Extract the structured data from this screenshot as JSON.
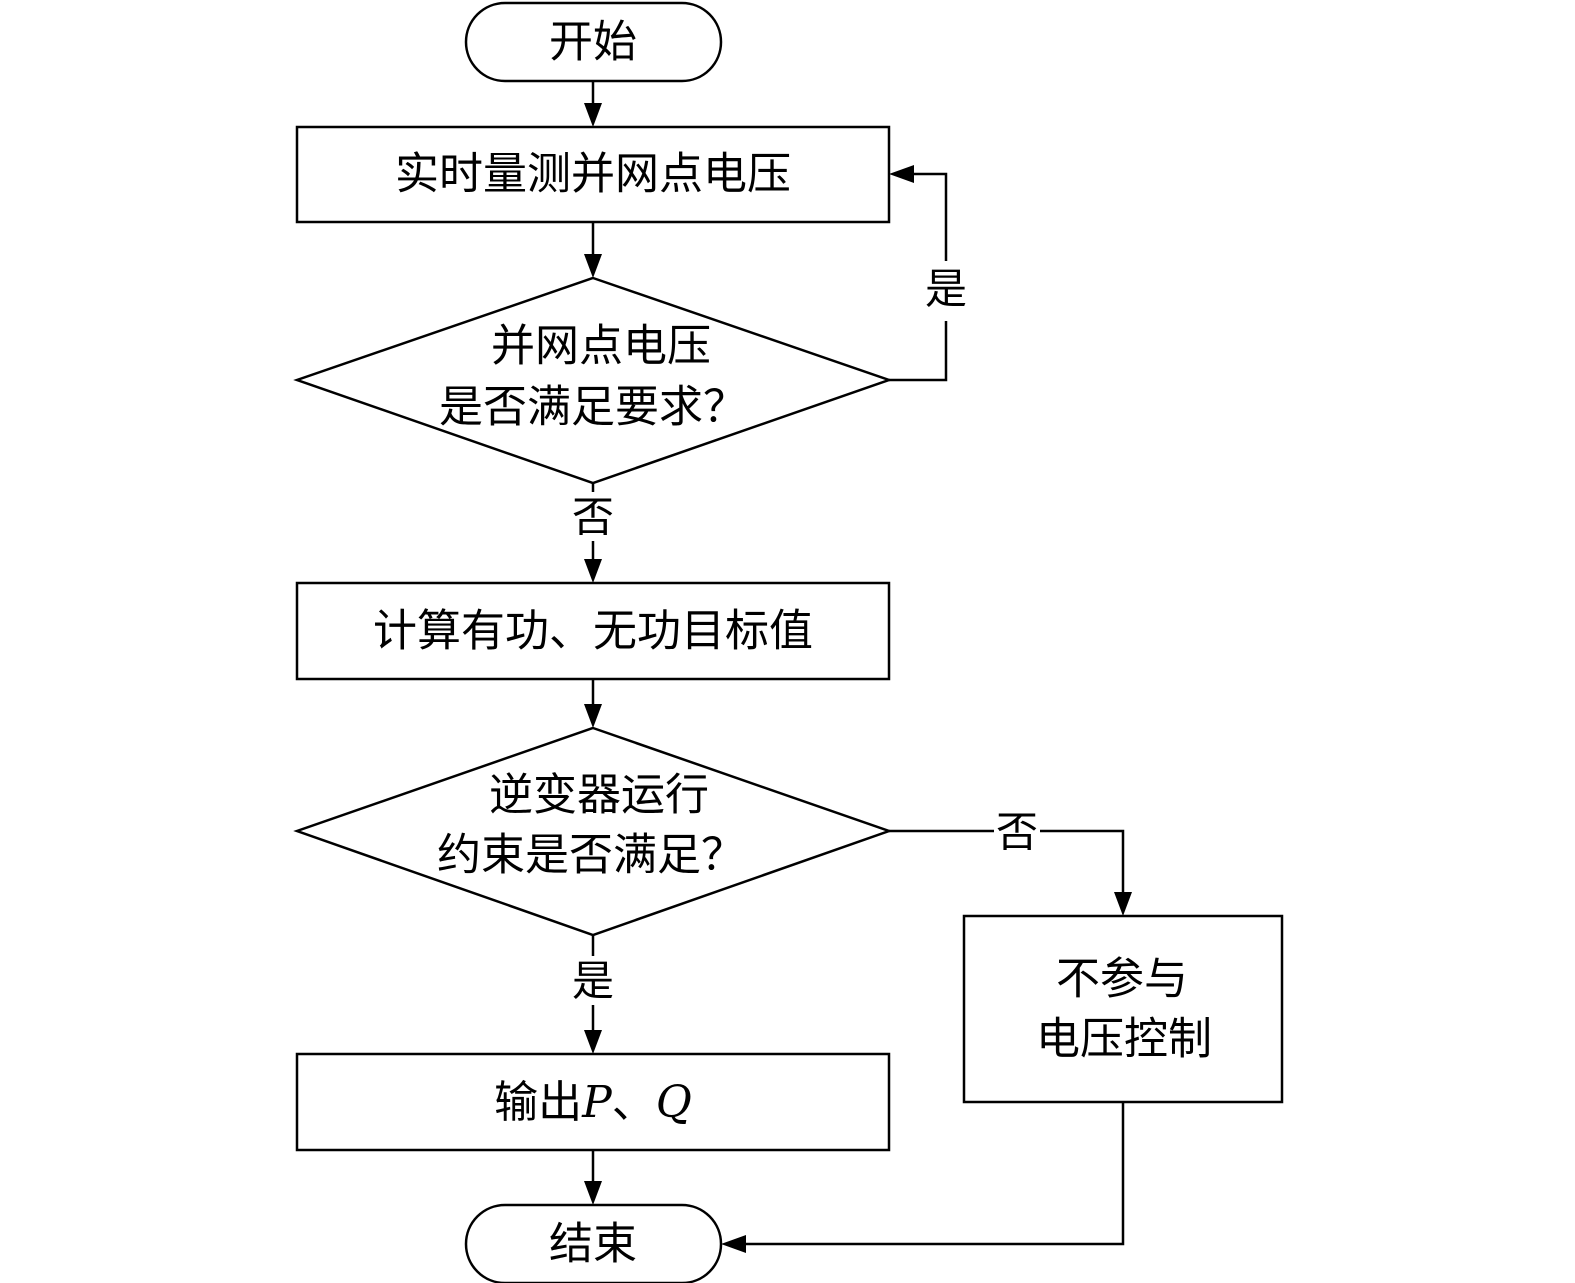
{
  "flowchart": {
    "start": "开始",
    "measure": "实时量测并网点电压",
    "check_voltage": {
      "line1": "并网点电压",
      "line2": "是否满足要求？"
    },
    "calculate": "计算有功、无功目标值",
    "check_inverter": {
      "line1": "逆变器运行",
      "line2": "约束是否满足？"
    },
    "output": {
      "prefix": "输出",
      "var_p": "P",
      "sep": "、",
      "var_q": "Q"
    },
    "no_participate": {
      "line1": "不参与",
      "line2": "电压控制"
    },
    "end": "结束",
    "labels": {
      "voltage_yes": "是",
      "voltage_no": "否",
      "inverter_no": "否",
      "inverter_yes": "是"
    }
  }
}
